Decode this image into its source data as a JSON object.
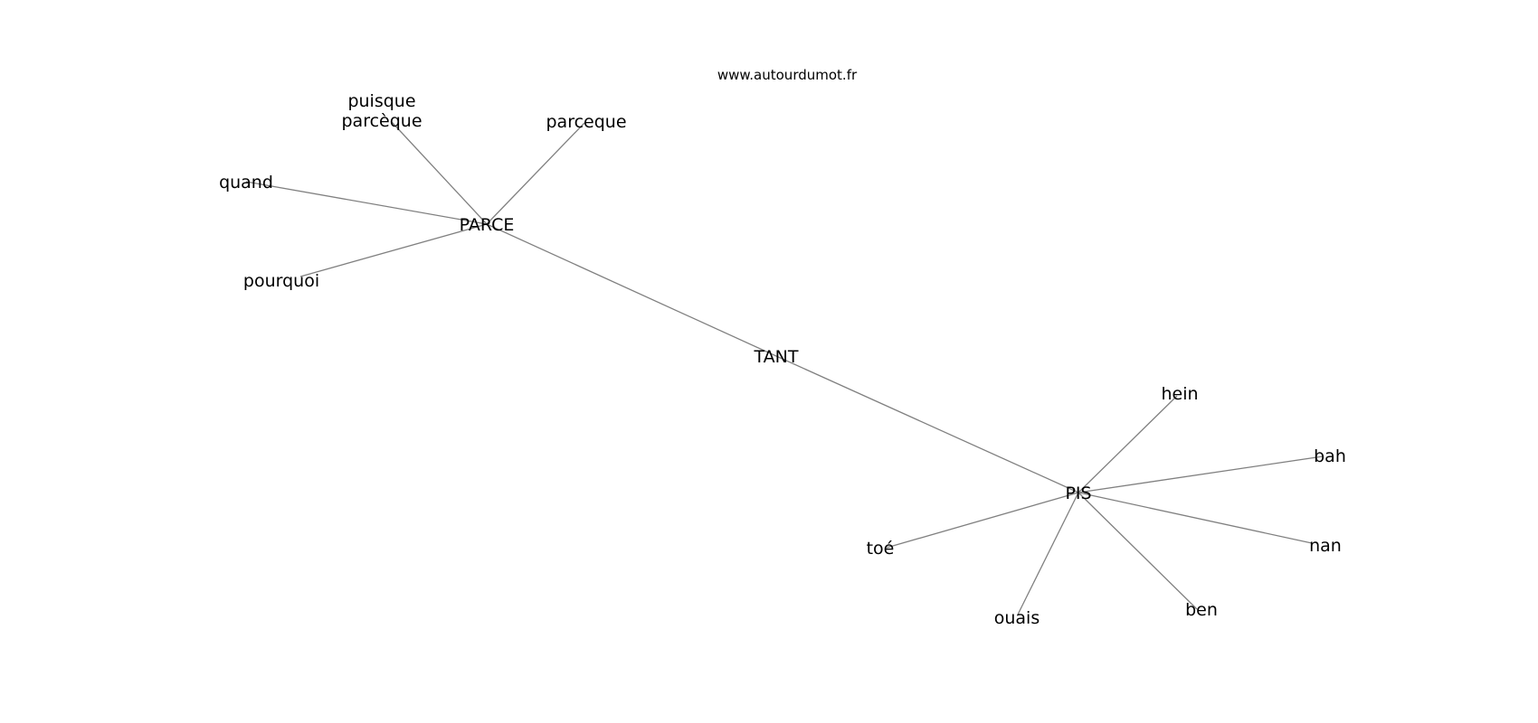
{
  "site": "www.autourdumot.fr",
  "nodes": [
    {
      "id": "parce",
      "lines": [
        "PARCE"
      ]
    },
    {
      "id": "tant",
      "lines": [
        "TANT"
      ]
    },
    {
      "id": "pis",
      "lines": [
        "PIS"
      ]
    },
    {
      "id": "puisque-parceque",
      "lines": [
        "puisque",
        "parcèque"
      ]
    },
    {
      "id": "parceque",
      "lines": [
        "parceque"
      ]
    },
    {
      "id": "quand",
      "lines": [
        "quand"
      ]
    },
    {
      "id": "pourquoi",
      "lines": [
        "pourquoi"
      ]
    },
    {
      "id": "hein",
      "lines": [
        "hein"
      ]
    },
    {
      "id": "bah",
      "lines": [
        "bah"
      ]
    },
    {
      "id": "nan",
      "lines": [
        "nan"
      ]
    },
    {
      "id": "ben",
      "lines": [
        "ben"
      ]
    },
    {
      "id": "ouais",
      "lines": [
        "ouais"
      ]
    },
    {
      "id": "toe",
      "lines": [
        "toé"
      ]
    }
  ],
  "edges": [
    [
      "tant",
      "parce"
    ],
    [
      "tant",
      "pis"
    ],
    [
      "parce",
      "puisque-parceque"
    ],
    [
      "parce",
      "parceque"
    ],
    [
      "parce",
      "quand"
    ],
    [
      "parce",
      "pourquoi"
    ],
    [
      "pis",
      "hein"
    ],
    [
      "pis",
      "bah"
    ],
    [
      "pis",
      "nan"
    ],
    [
      "pis",
      "ben"
    ],
    [
      "pis",
      "ouais"
    ],
    [
      "pis",
      "toe"
    ]
  ]
}
